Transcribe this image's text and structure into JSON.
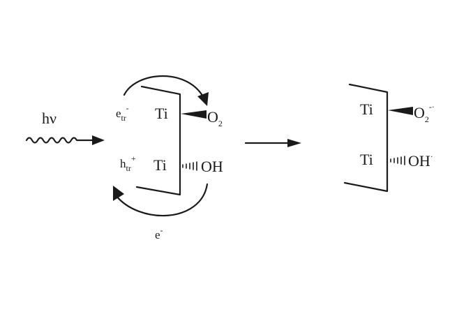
{
  "light": {
    "label": "hν"
  },
  "left_surface": {
    "electron_trap": {
      "base": "e",
      "subscript": "tr",
      "superscript": "-"
    },
    "hole_trap": {
      "base": "h",
      "subscript": "tr",
      "superscript": "+"
    },
    "top_metal": "Ti",
    "bottom_metal": "Ti",
    "adsorbate_top": {
      "base": "O",
      "subscript": "2"
    },
    "adsorbate_bottom": "OH",
    "electron_label": {
      "base": "e",
      "superscript": "-"
    }
  },
  "right_surface": {
    "top_metal": "Ti",
    "bottom_metal": "Ti",
    "product_top": {
      "base": "O",
      "subscript": "2",
      "superscript": "-·"
    },
    "product_bottom": {
      "base": "OH",
      "superscript": "·"
    }
  }
}
